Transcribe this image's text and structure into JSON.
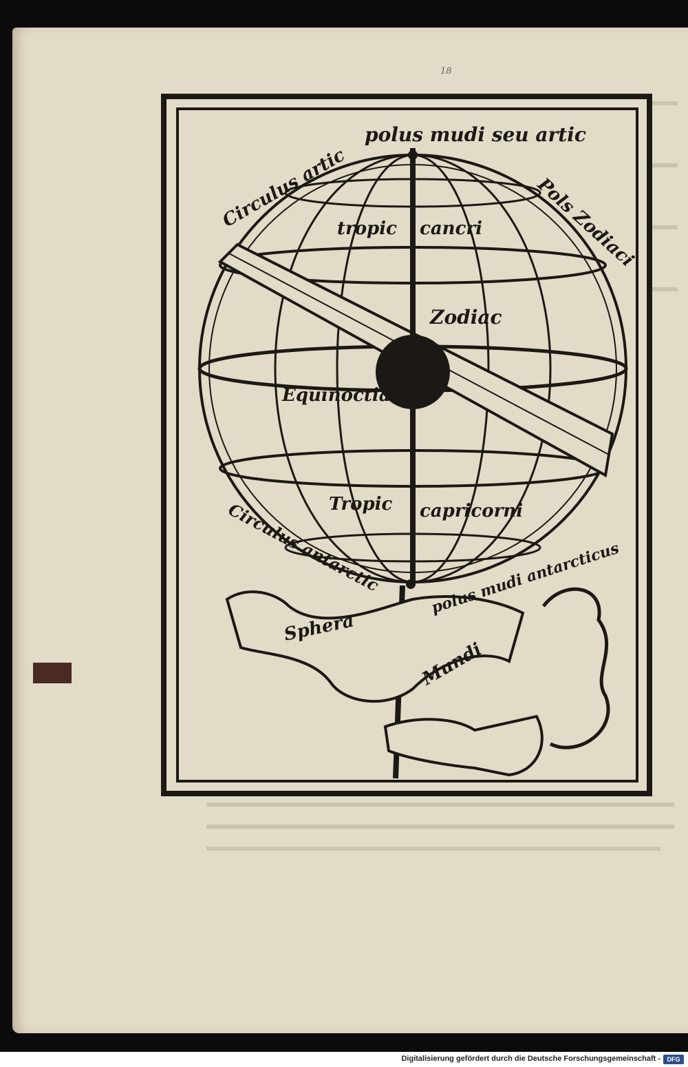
{
  "page_number": "18",
  "woodcut": {
    "labels": {
      "polus_arcticus_1": "polus mudi seu artic",
      "polus_arcticus_2": "Pols Zodiaci",
      "circulus_arcticus": "Circulus artic",
      "tropicus_cancri_1": "tropic",
      "tropicus_cancri_2": "cancri",
      "zodiacus": "Zodiac",
      "equinoctialis": "Equinoctialis",
      "tropicus_capricorni_1": "Tropic",
      "tropicus_capricorni_2": "capricorni",
      "circulus_antarcticus": "Circulus antarctic",
      "polus_antarcticus": "polus mudi antarcticus",
      "banner_1": "Sphera",
      "banner_2": "Mundi"
    }
  },
  "credit": {
    "text": "Digitalisierung gefördert durch die Deutsche Forschungsgemeinschaft -",
    "logo": "DFG"
  }
}
